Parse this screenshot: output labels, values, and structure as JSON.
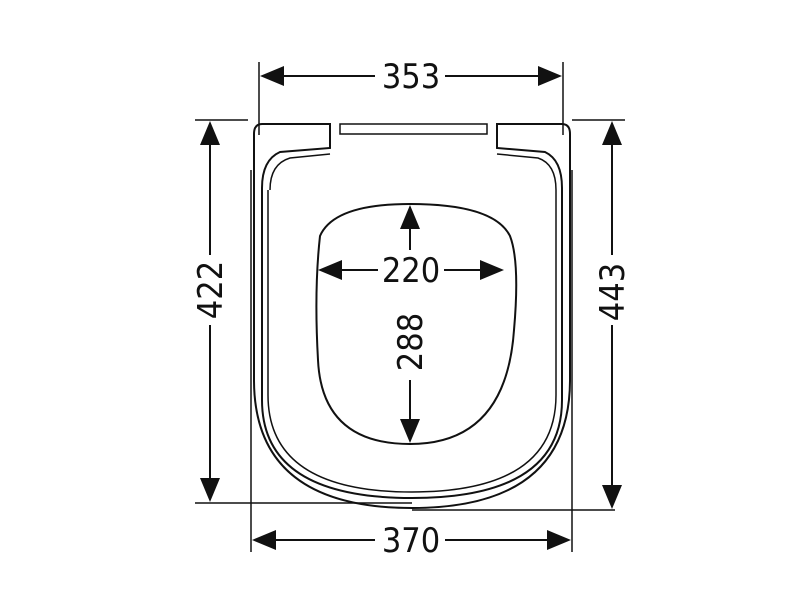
{
  "diagram": {
    "dimensions": {
      "top_width": "353",
      "bottom_width": "370",
      "left_height": "422",
      "right_height": "443",
      "opening_width": "220",
      "opening_height": "288"
    }
  },
  "colors": {
    "line": "#111111",
    "background": "#ffffff"
  }
}
